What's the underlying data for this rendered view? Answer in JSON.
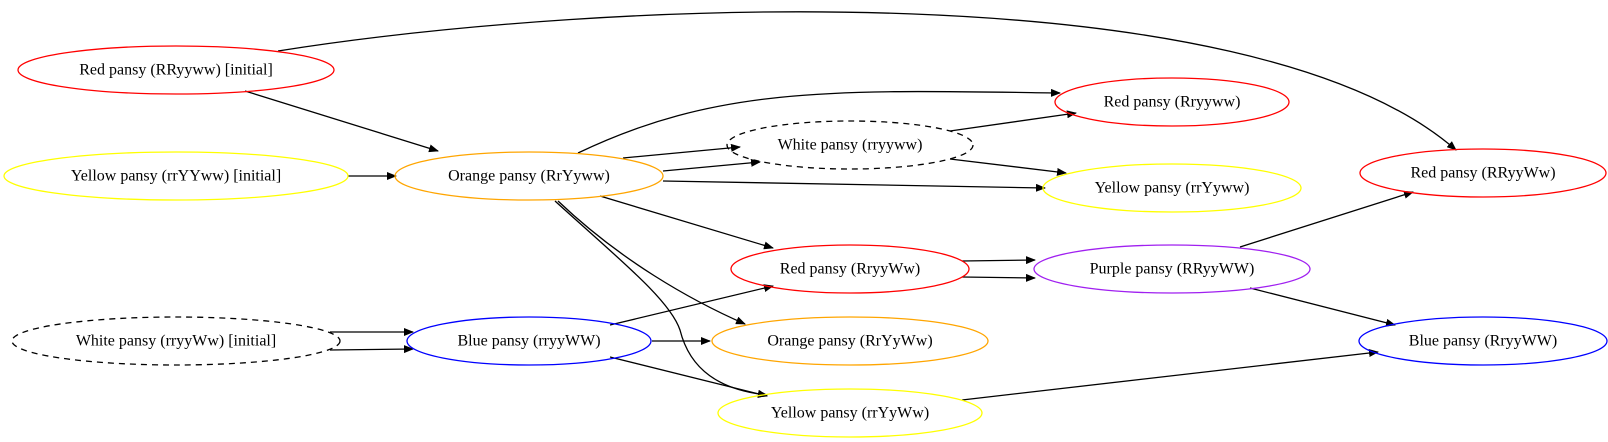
{
  "nodes": [
    {
      "id": "n1",
      "label": "Red pansy (RRyyww) [initial]",
      "color": "#ff0000",
      "style": "solid"
    },
    {
      "id": "n2",
      "label": "Yellow pansy (rrYYww) [initial]",
      "color": "#ffff00",
      "style": "solid"
    },
    {
      "id": "n3",
      "label": "White pansy (rryyWw) [initial]",
      "color": "#000000",
      "style": "dashed"
    },
    {
      "id": "n4",
      "label": "Orange pansy (RrYyww)",
      "color": "#ffa500",
      "style": "solid"
    },
    {
      "id": "n5",
      "label": "Blue pansy (rryyWW)",
      "color": "#0000ff",
      "style": "solid"
    },
    {
      "id": "n6",
      "label": "White pansy (rryyww)",
      "color": "#000000",
      "style": "dashed"
    },
    {
      "id": "n7",
      "label": "Red pansy (RryyWw)",
      "color": "#ff0000",
      "style": "solid"
    },
    {
      "id": "n8",
      "label": "Orange pansy (RrYyWw)",
      "color": "#ffa500",
      "style": "solid"
    },
    {
      "id": "n9",
      "label": "Yellow pansy (rrYyWw)",
      "color": "#ffff00",
      "style": "solid"
    },
    {
      "id": "n10",
      "label": "Red pansy (Rryyww)",
      "color": "#ff0000",
      "style": "solid"
    },
    {
      "id": "n11",
      "label": "Yellow pansy (rrYyww)",
      "color": "#ffff00",
      "style": "solid"
    },
    {
      "id": "n12",
      "label": "Purple pansy (RRyyWW)",
      "color": "#a020f0",
      "style": "solid"
    },
    {
      "id": "n13",
      "label": "Red pansy (RRyyWw)",
      "color": "#ff0000",
      "style": "solid"
    },
    {
      "id": "n14",
      "label": "Blue pansy (RryyWW)",
      "color": "#0000ff",
      "style": "solid"
    }
  ],
  "edges": [
    {
      "from": "n1",
      "to": "n4"
    },
    {
      "from": "n1",
      "to": "n13"
    },
    {
      "from": "n2",
      "to": "n4"
    },
    {
      "from": "n3",
      "to": "n5"
    },
    {
      "from": "n3",
      "to": "n5"
    },
    {
      "from": "n4",
      "to": "n10"
    },
    {
      "from": "n4",
      "to": "n6"
    },
    {
      "from": "n4",
      "to": "n6"
    },
    {
      "from": "n4",
      "to": "n11"
    },
    {
      "from": "n4",
      "to": "n7"
    },
    {
      "from": "n4",
      "to": "n8"
    },
    {
      "from": "n4",
      "to": "n9"
    },
    {
      "from": "n5",
      "to": "n7"
    },
    {
      "from": "n5",
      "to": "n8"
    },
    {
      "from": "n5",
      "to": "n9"
    },
    {
      "from": "n6",
      "to": "n10"
    },
    {
      "from": "n6",
      "to": "n11"
    },
    {
      "from": "n7",
      "to": "n12"
    },
    {
      "from": "n7",
      "to": "n12"
    },
    {
      "from": "n12",
      "to": "n13"
    },
    {
      "from": "n12",
      "to": "n14"
    },
    {
      "from": "n9",
      "to": "n14"
    }
  ]
}
